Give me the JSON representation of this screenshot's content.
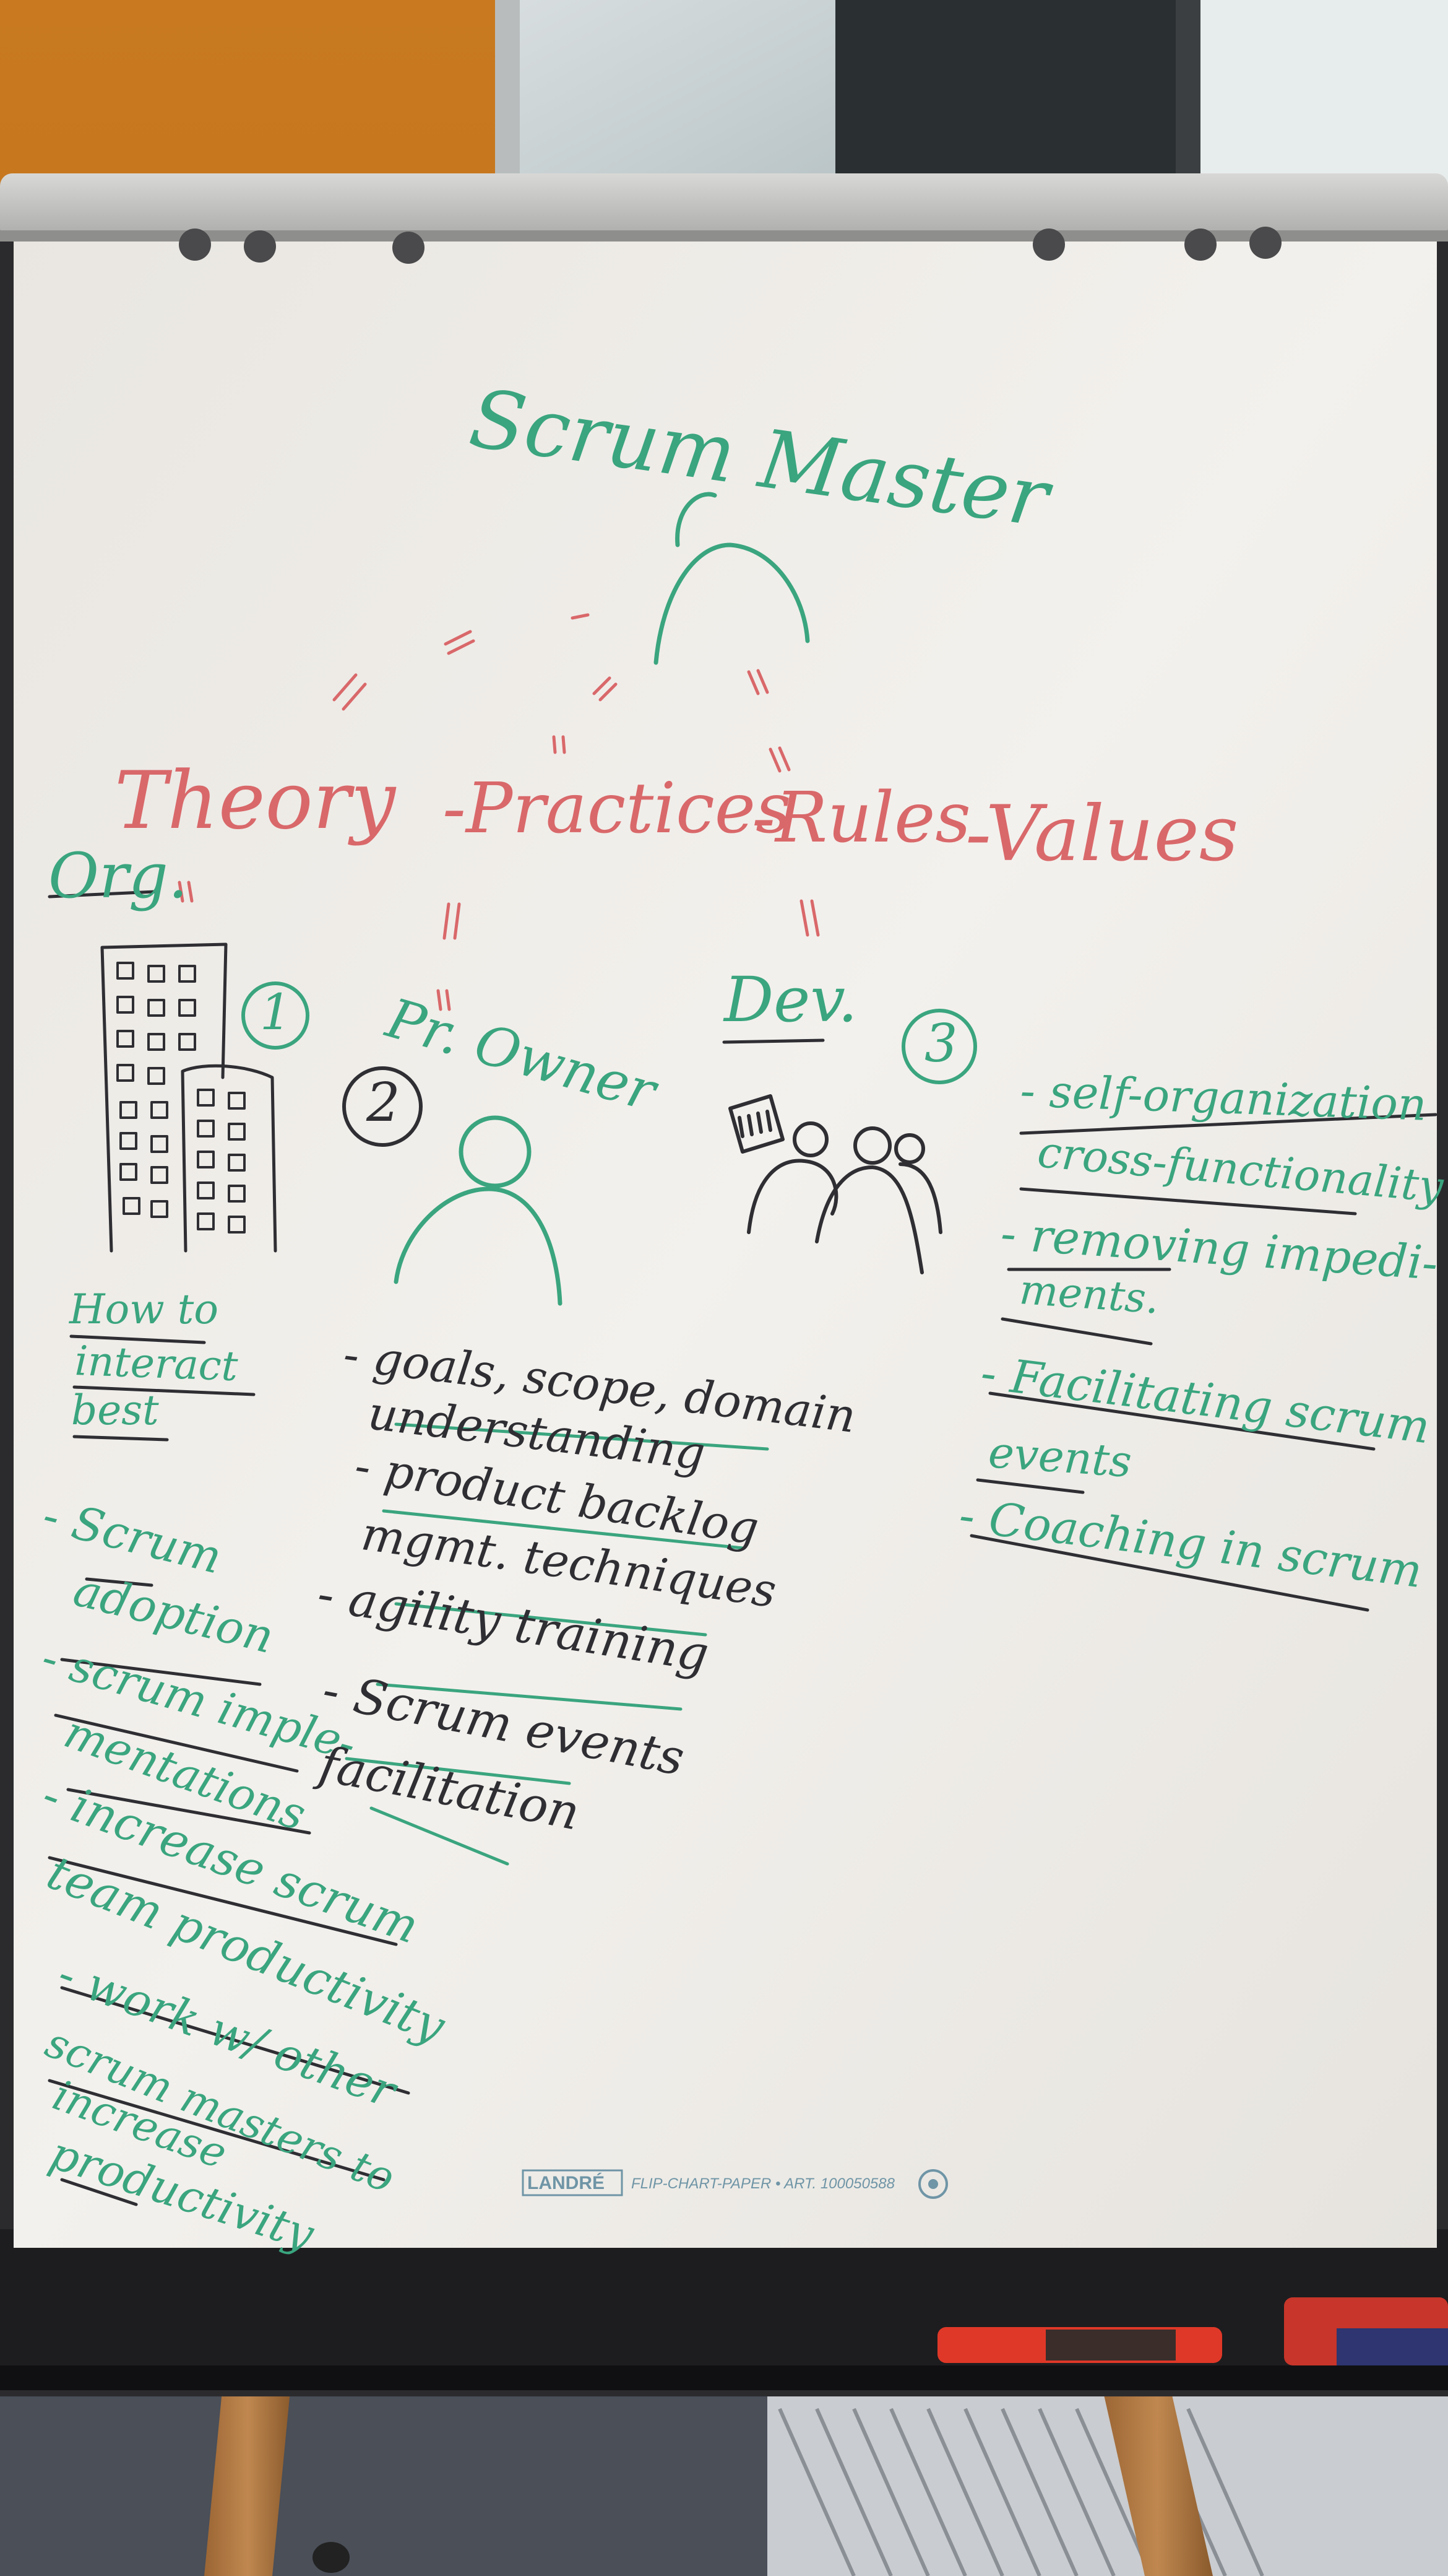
{
  "title": "Scrum Master",
  "theory_line": [
    "Theory",
    "-Practices",
    "-Rules",
    "-Values"
  ],
  "roles": {
    "org": {
      "label": "Org.",
      "number": "1"
    },
    "product_owner": {
      "label": "Pr. Owner",
      "number": "2"
    },
    "dev": {
      "label": "Dev.",
      "number": "3"
    }
  },
  "org_heading": [
    "How to",
    "interact",
    "best"
  ],
  "org_list": [
    "- Scrum",
    "adoption",
    "- scrum imple-",
    "mentations",
    "- increase scrum",
    "team productivity",
    "- work w/ other",
    "scrum masters to",
    "increase",
    "productivity"
  ],
  "po_list": [
    "- goals, scope, domain",
    "understanding",
    "- product backlog",
    "mgmt. techniques",
    "- agility training",
    "- Scrum events",
    "facilitation"
  ],
  "dev_list": [
    "- self-organization",
    "cross-functionality",
    "- removing impedi-",
    "ments.",
    "- Facilitating scrum",
    "events",
    "- Coaching in scrum"
  ],
  "paper_brand": {
    "logo": "LANDRÉ",
    "text": "FLIP-CHART-PAPER • ART. 100050588"
  },
  "colors": {
    "green_marker": "#3aa57f",
    "red_marker": "#d9686a",
    "black_marker": "#2e2e33",
    "paper": "#f1efeb",
    "wall": "#c77418"
  }
}
